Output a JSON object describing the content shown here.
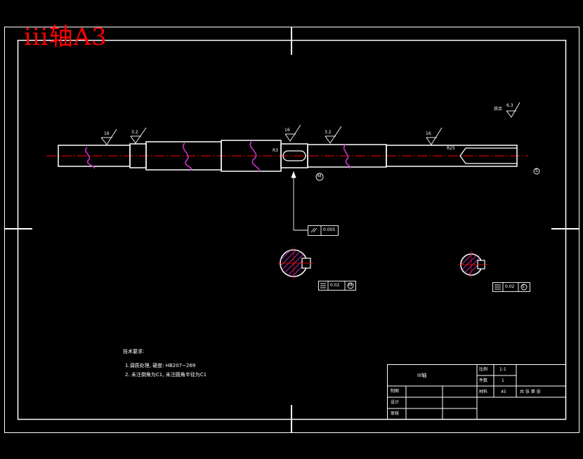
{
  "overlay_title": "iii轴A3",
  "roughness": {
    "other": "其余",
    "other_value": "6.3",
    "marks": [
      "16",
      "3.2",
      "16",
      "3.2",
      "16"
    ]
  },
  "labels": {
    "chamfer_left": "R3",
    "thread": "R25",
    "datum_m": "M",
    "datum_s": "S"
  },
  "tolerances": {
    "runout": "0.005",
    "sym_left": "0.02",
    "sym_left_datum": "M",
    "sym_right": "0.02",
    "sym_right_datum": "S"
  },
  "tech_notes": {
    "heading": "技术要求:",
    "line1": "1.调质处理, 硬度: HB207~269",
    "line2": "2. 未注倒角为C1, 未注圆角半径为C1"
  },
  "title_block": {
    "part_name": "III轴",
    "scale_label": "比例",
    "scale_value": "1:1",
    "qty_label": "件数",
    "qty_value": "1",
    "material_label": "材料",
    "material_value": "45",
    "sheet_info": "共 张  第 张",
    "drawn_label": "制图",
    "designer_label": "设计",
    "checker_label": "审核"
  }
}
